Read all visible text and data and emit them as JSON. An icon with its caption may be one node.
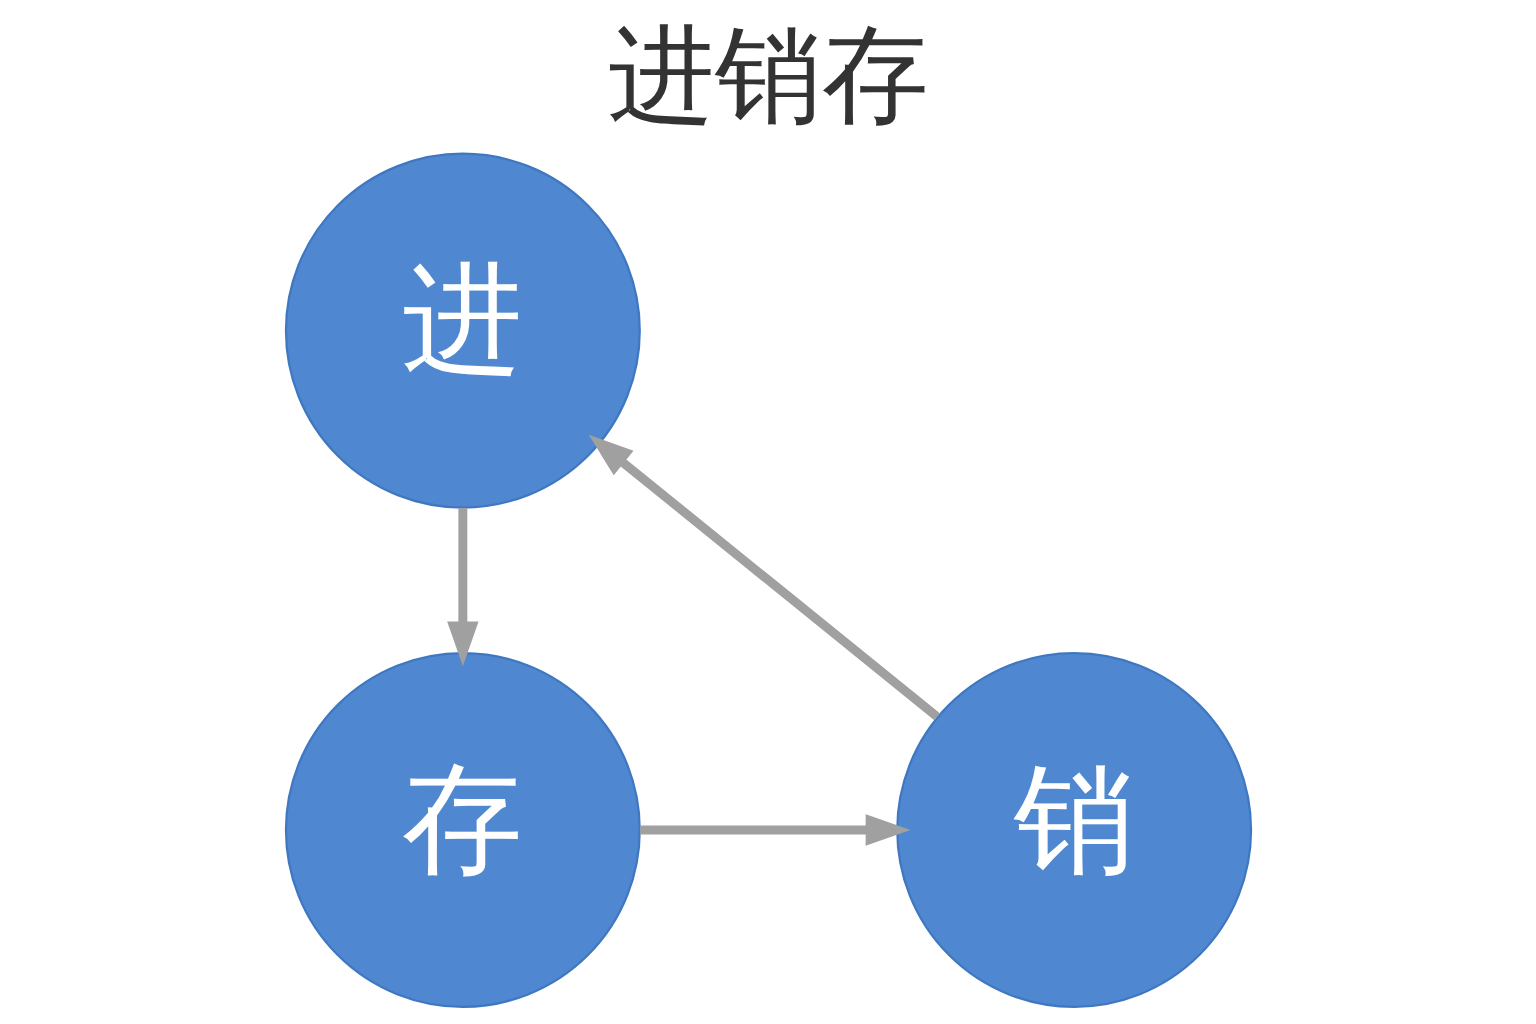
{
  "diagram": {
    "title": "进销存",
    "nodes": [
      {
        "text": [
          "进"
        ]
      },
      {
        "text": [
          "销"
        ]
      },
      {
        "text": [
          "存"
        ]
      }
    ],
    "edges": [
      {
        "from": 0,
        "to": 2,
        "arrow": "to"
      },
      {
        "from": 2,
        "to": 1,
        "arrow": "to"
      },
      {
        "from": 1,
        "to": 0,
        "arrow": "to"
      }
    ]
  }
}
